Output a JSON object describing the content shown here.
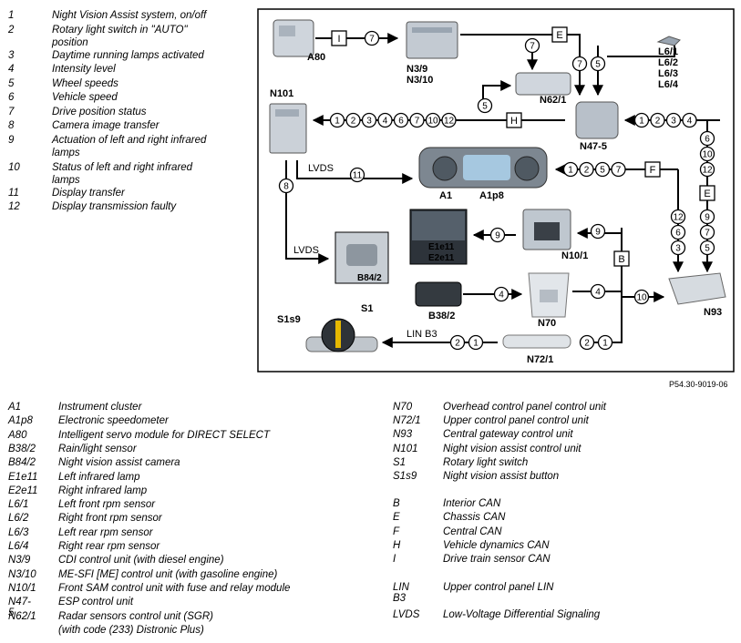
{
  "legend_numbers": [
    {
      "num": "1",
      "text": "Night Vision Assist system, on/off"
    },
    {
      "num": "2",
      "text": "Rotary light switch in \"AUTO\" position"
    },
    {
      "num": "3",
      "text": "Daytime running lamps activated"
    },
    {
      "num": "4",
      "text": "Intensity level"
    },
    {
      "num": "5",
      "text": "Wheel speeds"
    },
    {
      "num": "6",
      "text": "Vehicle speed"
    },
    {
      "num": "7",
      "text": "Drive position status"
    },
    {
      "num": "8",
      "text": "Camera image transfer"
    },
    {
      "num": "9",
      "text": "Actuation of left and right infrared lamps"
    },
    {
      "num": "10",
      "text": "Status of left and right infrared lamps"
    },
    {
      "num": "11",
      "text": "Display transfer"
    },
    {
      "num": "12",
      "text": "Display transmission faulty"
    }
  ],
  "components": {
    "a80": "A80",
    "n3": "N3/9\nN3/10",
    "n62": "N62/1",
    "l6": "L6/1\nL6/2\nL6/3\nL6/4",
    "n101": "N101",
    "n475": "N47-5",
    "a1": "A1",
    "a1p8": "A1p8",
    "e1e11": "E1e11\nE2e11",
    "n101b": "N10/1",
    "b842": "B84/2",
    "b382": "B38/2",
    "n70": "N70",
    "n93": "N93",
    "s1s9": "S1s9",
    "s1": "S1",
    "n721": "N72/1"
  },
  "bus_labels": {
    "i": "I",
    "e": "E",
    "h": "H",
    "f": "F",
    "b": "B",
    "lvds1": "LVDS",
    "lvds2": "LVDS",
    "linb3": "LIN B3"
  },
  "doc_id": "P54.30-9019-06",
  "ref_left": [
    {
      "code": "A1",
      "desc": "Instrument cluster"
    },
    {
      "code": "A1p8",
      "desc": "Electronic speedometer"
    },
    {
      "code": "A80",
      "desc": "Intelligent servo module for DIRECT SELECT"
    },
    {
      "code": "B38/2",
      "desc": "Rain/light sensor"
    },
    {
      "code": "B84/2",
      "desc": "Night vision assist camera"
    },
    {
      "code": "E1e11",
      "desc": "Left infrared lamp"
    },
    {
      "code": "E2e11",
      "desc": "Right infrared lamp"
    },
    {
      "code": "L6/1",
      "desc": "Left front rpm sensor"
    },
    {
      "code": "L6/2",
      "desc": "Right front rpm sensor"
    },
    {
      "code": "L6/3",
      "desc": "Left rear rpm sensor"
    },
    {
      "code": "L6/4",
      "desc": "Right rear rpm sensor"
    },
    {
      "code": "N3/9",
      "desc": "CDI control unit (with diesel engine)"
    },
    {
      "code": "N3/10",
      "desc": "ME-SFI [ME] control unit (with gasoline engine)"
    },
    {
      "code": "N10/1",
      "desc": "Front SAM control unit with fuse and relay module"
    },
    {
      "code": "N47-5",
      "desc": "ESP control unit"
    },
    {
      "code": "N62/1",
      "desc": "Radar sensors control unit (SGR)"
    },
    {
      "code": "",
      "desc": "(with code (233) Distronic Plus)"
    }
  ],
  "ref_right": [
    {
      "code": "N70",
      "desc": "Overhead control panel control unit"
    },
    {
      "code": "N72/1",
      "desc": "Upper control panel control unit"
    },
    {
      "code": "N93",
      "desc": "Central gateway control unit"
    },
    {
      "code": "N101",
      "desc": "Night vision assist control unit"
    },
    {
      "code": "S1",
      "desc": "Rotary light switch"
    },
    {
      "code": "S1s9",
      "desc": "Night vision assist button"
    },
    {
      "code": "B",
      "desc": "Interior CAN"
    },
    {
      "code": "E",
      "desc": "Chassis CAN"
    },
    {
      "code": "F",
      "desc": "Central CAN"
    },
    {
      "code": "H",
      "desc": "Vehicle dynamics CAN"
    },
    {
      "code": "I",
      "desc": "Drive train sensor CAN"
    },
    {
      "code": "LIN B3",
      "desc": "Upper control panel LIN"
    },
    {
      "code": "LVDS",
      "desc": "Low-Voltage Differential Signaling"
    }
  ],
  "wire_signals": {
    "a80_n3": [
      "7"
    ],
    "n3_n62": [
      "7"
    ],
    "n3_n475": [
      "7"
    ],
    "l6_n475": [
      "5"
    ],
    "n62_bus": [
      "5"
    ],
    "bus_n101": [
      "1",
      "2",
      "3",
      "4",
      "6",
      "7",
      "10",
      "12"
    ],
    "n93_n475": [
      "1",
      "2",
      "3",
      "4"
    ],
    "n93_up": [
      "6",
      "10",
      "12"
    ],
    "n93_a1": [
      "1",
      "2",
      "5",
      "7"
    ],
    "n101_a1": [
      "11"
    ],
    "n101_b842": [
      "8"
    ],
    "n101b_e": [
      "9"
    ],
    "n93_n101b": [
      "9"
    ],
    "b382_n70": [
      "4"
    ],
    "n70_n93": [
      "4"
    ],
    "n721_s1": [
      "2",
      "1"
    ],
    "n721_n93": [
      "2",
      "1"
    ],
    "bus_n93": [
      "10"
    ],
    "down_left": [
      "12",
      "6",
      "3"
    ],
    "down_right": [
      "9",
      "7",
      "5"
    ]
  },
  "colors": {
    "line": "#000000",
    "box": "#ffffff",
    "photo": "#d8dde3"
  }
}
